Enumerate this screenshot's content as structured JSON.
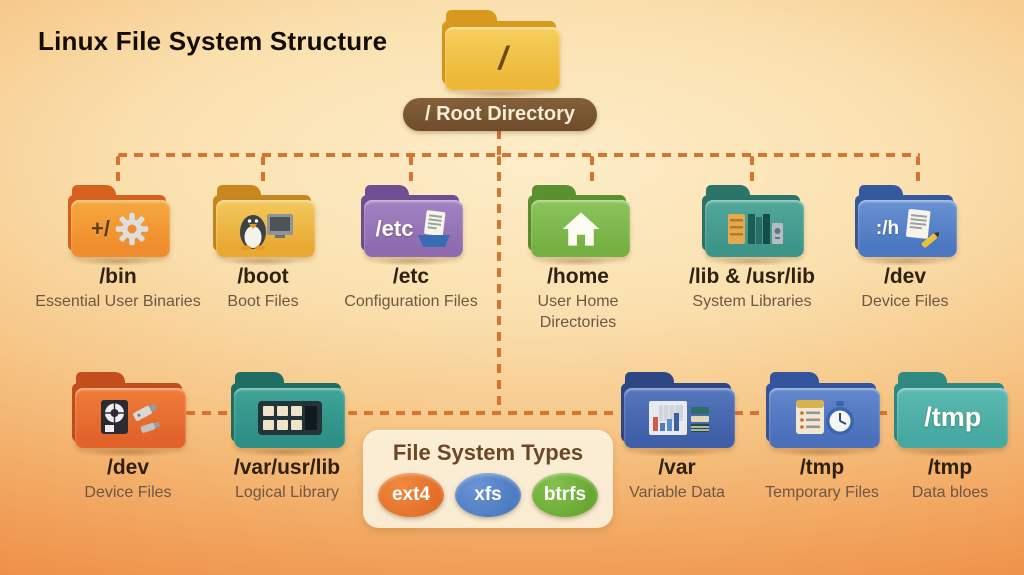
{
  "page": {
    "title": "Linux File System Structure"
  },
  "root": {
    "folder_text": "/",
    "badge_label": "/ Root Directory",
    "badge_color": "#7a5530",
    "folder_color": "#edb838"
  },
  "connector_color": "#db7330",
  "nodes_top": [
    {
      "name": "/bin",
      "desc": "Essential User Binaries",
      "folder_text": "+/",
      "icon": "gear-icon",
      "color": "#ef8c2d"
    },
    {
      "name": "/boot",
      "desc": "Boot Files",
      "folder_text": "",
      "icon": "penguin-monitor-icon",
      "color": "#e8a832"
    },
    {
      "name": "/etc",
      "desc": "Configuration Files",
      "folder_text": "/etc",
      "icon": "document-tray-icon",
      "color": "#8e6bb0"
    },
    {
      "name": "/home",
      "desc": "User Home Directories",
      "folder_text": "",
      "icon": "house-icon",
      "color": "#76b043"
    },
    {
      "name": "/lib & /usr/lib",
      "desc": "System Libraries",
      "folder_text": "",
      "icon": "library-books-icon",
      "color": "#3d9488"
    },
    {
      "name": "/dev",
      "desc": "Device Files",
      "folder_text": ":/h",
      "icon": "document-pencil-icon",
      "color": "#4a77c0"
    }
  ],
  "nodes_bottom": [
    {
      "name": "/dev",
      "desc": "Device Files",
      "folder_text": "",
      "icon": "disk-usb-icon",
      "color": "#e2622b"
    },
    {
      "name": "/var/usr/lib",
      "desc": "Logical Library",
      "folder_text": "",
      "icon": "grid-panel-icon",
      "color": "#2e8f86"
    },
    {
      "name": "/var",
      "desc": "Variable Data",
      "folder_text": "",
      "icon": "bar-chart-books-icon",
      "color": "#3f5fa8"
    },
    {
      "name": "/tmp",
      "desc": "Temporary Files",
      "folder_text": "",
      "icon": "clipboard-stopwatch-icon",
      "color": "#4a6fbb"
    },
    {
      "name": "/tmp",
      "desc": "Data bloes",
      "folder_text": "/tmp",
      "icon": "tmp-text",
      "color": "#46a8a0"
    }
  ],
  "fs_types": {
    "title": "File System Types",
    "badges": [
      {
        "label": "ext4",
        "color": "#e26f28"
      },
      {
        "label": "xfs",
        "color": "#4d7cc1"
      },
      {
        "label": "btrfs",
        "color": "#68a832"
      }
    ]
  }
}
